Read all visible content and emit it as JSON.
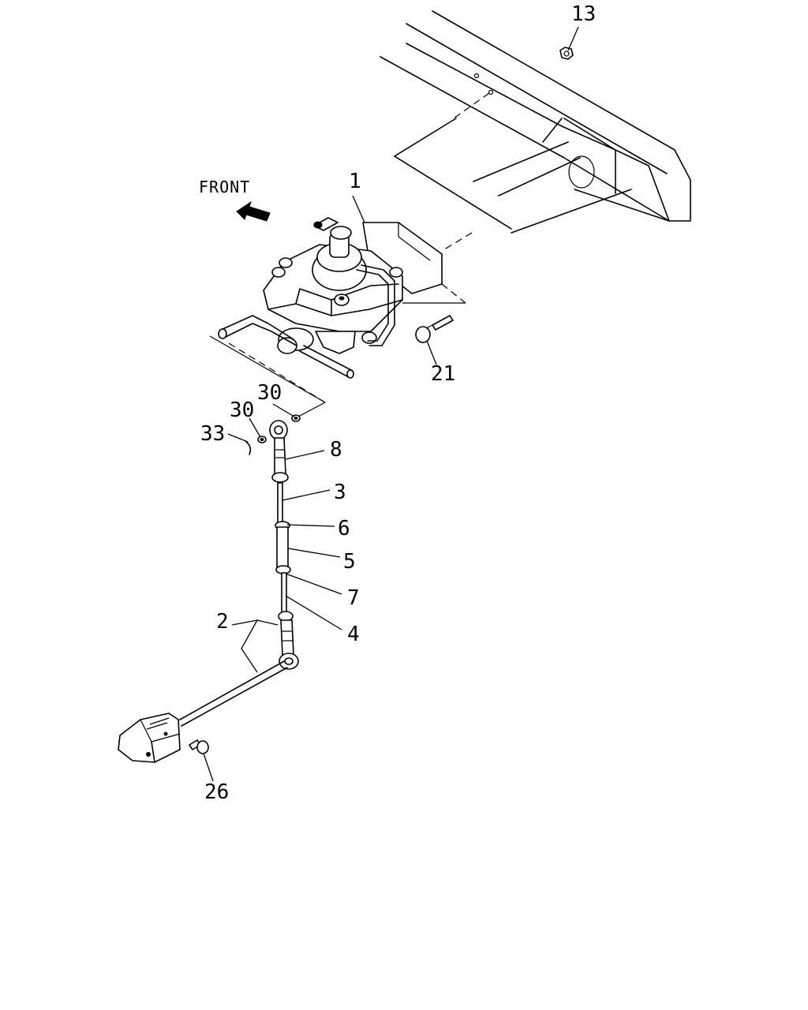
{
  "diagram": {
    "direction_label": "FRONT",
    "callouts": {
      "c1": "1",
      "c2": "2",
      "c3": "3",
      "c4": "4",
      "c5": "5",
      "c6": "6",
      "c7": "7",
      "c8": "8",
      "c13": "13",
      "c21": "21",
      "c26": "26",
      "c30a": "30",
      "c30b": "30",
      "c33": "33"
    }
  }
}
